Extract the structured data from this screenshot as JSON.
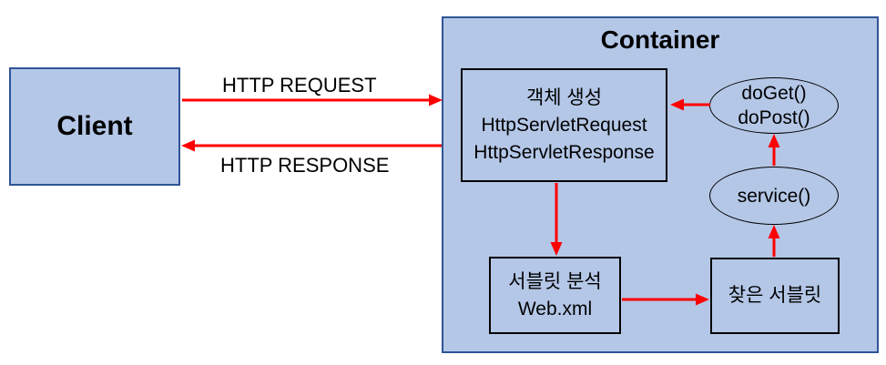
{
  "colors": {
    "shape_fill": "#b4c7e7",
    "shape_border": "#2f5496",
    "inner_border": "#000000",
    "arrow": "#ff0000",
    "text": "#000000",
    "background": "#ffffff"
  },
  "client": {
    "label": "Client"
  },
  "container": {
    "title": "Container",
    "object_creation_box": {
      "line1": "객체 생성",
      "line2": "HttpServletRequest",
      "line3": "HttpServletResponse"
    },
    "doget_ellipse": {
      "line1": "doGet()",
      "line2": "doPost()"
    },
    "service_ellipse": {
      "label": "service()"
    },
    "servlet_analysis_box": {
      "line1": "서블릿 분석",
      "line2": "Web.xml"
    },
    "found_servlet_box": {
      "label": "찾은 서블릿"
    }
  },
  "labels": {
    "http_request": "HTTP REQUEST",
    "http_response": "HTTP RESPONSE"
  }
}
